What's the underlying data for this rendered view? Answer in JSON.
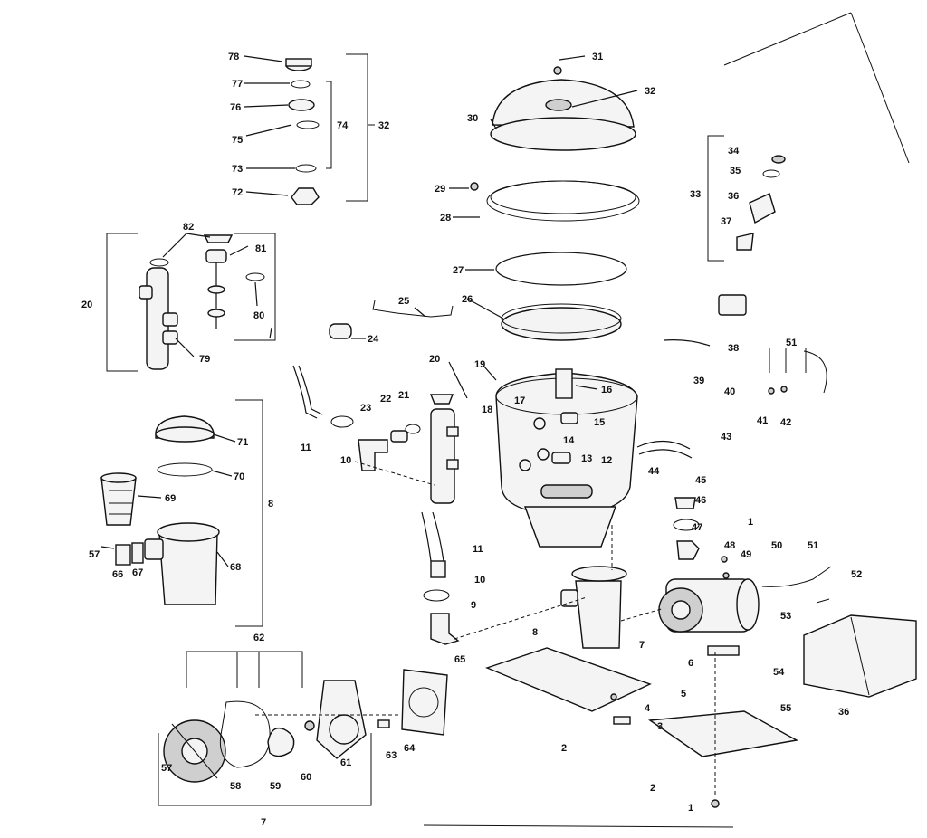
{
  "callouts": [
    {
      "id": "c1",
      "text": "78"
    },
    {
      "id": "c2",
      "text": "77"
    },
    {
      "id": "c3",
      "text": "76"
    },
    {
      "id": "c4",
      "text": "75"
    },
    {
      "id": "c5",
      "text": "74"
    },
    {
      "id": "c6",
      "text": "73"
    },
    {
      "id": "c7",
      "text": "72"
    },
    {
      "id": "c8",
      "text": "32"
    },
    {
      "id": "c9",
      "text": "82"
    },
    {
      "id": "c10",
      "text": "81"
    },
    {
      "id": "c11",
      "text": "80"
    },
    {
      "id": "c12",
      "text": "79"
    },
    {
      "id": "c13",
      "text": "20"
    },
    {
      "id": "c14",
      "text": "71"
    },
    {
      "id": "c15",
      "text": "70"
    },
    {
      "id": "c16",
      "text": "69"
    },
    {
      "id": "c17",
      "text": "68"
    },
    {
      "id": "c18",
      "text": "8"
    },
    {
      "id": "c19",
      "text": "57"
    },
    {
      "id": "c20",
      "text": "66"
    },
    {
      "id": "c21",
      "text": "67"
    },
    {
      "id": "c22",
      "text": "62"
    },
    {
      "id": "c23",
      "text": "57"
    },
    {
      "id": "c24",
      "text": "58"
    },
    {
      "id": "c25",
      "text": "59"
    },
    {
      "id": "c26",
      "text": "60"
    },
    {
      "id": "c27",
      "text": "61"
    },
    {
      "id": "c28",
      "text": "63"
    },
    {
      "id": "c29",
      "text": "64"
    },
    {
      "id": "c30",
      "text": "65"
    },
    {
      "id": "c31",
      "text": "7"
    },
    {
      "id": "c32",
      "text": "31"
    },
    {
      "id": "c33",
      "text": "32"
    },
    {
      "id": "c34",
      "text": "30"
    },
    {
      "id": "c35",
      "text": "29"
    },
    {
      "id": "c36",
      "text": "28"
    },
    {
      "id": "c37",
      "text": "27"
    },
    {
      "id": "c38",
      "text": "26"
    },
    {
      "id": "c39",
      "text": "25"
    },
    {
      "id": "c40",
      "text": "24"
    },
    {
      "id": "c41",
      "text": "20"
    },
    {
      "id": "c42",
      "text": "19"
    },
    {
      "id": "c43",
      "text": "16"
    },
    {
      "id": "c44",
      "text": "17"
    },
    {
      "id": "c45",
      "text": "18"
    },
    {
      "id": "c46",
      "text": "15"
    },
    {
      "id": "c47",
      "text": "14"
    },
    {
      "id": "c48",
      "text": "13"
    },
    {
      "id": "c49",
      "text": "12"
    },
    {
      "id": "c50",
      "text": "23"
    },
    {
      "id": "c51",
      "text": "22"
    },
    {
      "id": "c52",
      "text": "21"
    },
    {
      "id": "c53",
      "text": "11"
    },
    {
      "id": "c54",
      "text": "10"
    },
    {
      "id": "c55",
      "text": "11"
    },
    {
      "id": "c56",
      "text": "10"
    },
    {
      "id": "c57",
      "text": "9"
    },
    {
      "id": "c58",
      "text": "8"
    },
    {
      "id": "c59",
      "text": "7"
    },
    {
      "id": "c60",
      "text": "6"
    },
    {
      "id": "c61",
      "text": "5"
    },
    {
      "id": "c62",
      "text": "4"
    },
    {
      "id": "c63",
      "text": "3"
    },
    {
      "id": "c64",
      "text": "2"
    },
    {
      "id": "c65",
      "text": "2"
    },
    {
      "id": "c66",
      "text": "1"
    },
    {
      "id": "c67",
      "text": "55"
    },
    {
      "id": "c68",
      "text": "34"
    },
    {
      "id": "c69",
      "text": "35"
    },
    {
      "id": "c70",
      "text": "36"
    },
    {
      "id": "c71",
      "text": "37"
    },
    {
      "id": "c72",
      "text": "33"
    },
    {
      "id": "c73",
      "text": "38"
    },
    {
      "id": "c74",
      "text": "39"
    },
    {
      "id": "c75",
      "text": "51"
    },
    {
      "id": "c76",
      "text": "40"
    },
    {
      "id": "c77",
      "text": "41"
    },
    {
      "id": "c78",
      "text": "42"
    },
    {
      "id": "c79",
      "text": "43"
    },
    {
      "id": "c80",
      "text": "44"
    },
    {
      "id": "c81",
      "text": "45"
    },
    {
      "id": "c82",
      "text": "46"
    },
    {
      "id": "c83",
      "text": "47"
    },
    {
      "id": "c84",
      "text": "48"
    },
    {
      "id": "c85",
      "text": "49"
    },
    {
      "id": "c86",
      "text": "50"
    },
    {
      "id": "c87",
      "text": "51"
    },
    {
      "id": "c88",
      "text": "52"
    },
    {
      "id": "c89",
      "text": "53"
    },
    {
      "id": "c90",
      "text": "54"
    },
    {
      "id": "c91",
      "text": "36"
    },
    {
      "id": "c92",
      "text": "1"
    }
  ]
}
